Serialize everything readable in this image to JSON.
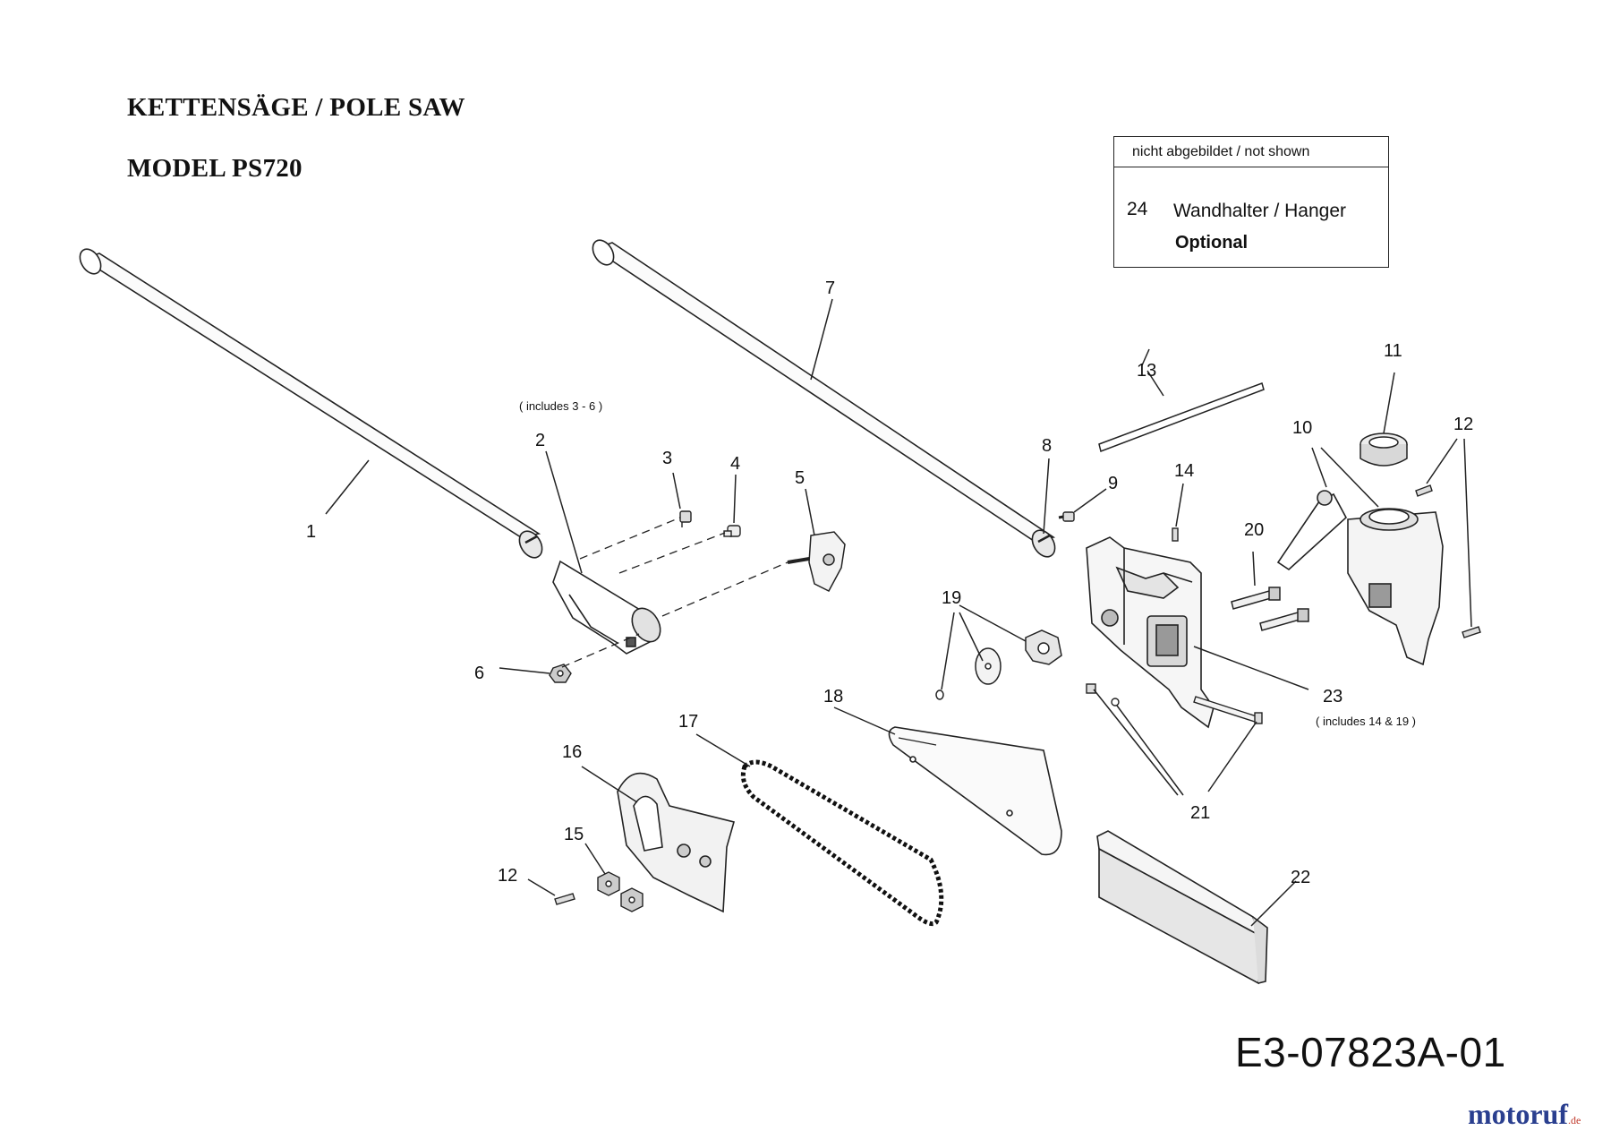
{
  "header": {
    "title": "KETTENSÄGE / POLE SAW",
    "model": "MODEL PS720"
  },
  "legend": {
    "heading": "nicht abgebildet / not shown",
    "item_number": "24",
    "item_name": "Wandhalter / Hanger",
    "item_note": "Optional"
  },
  "callouts": {
    "c1": "1",
    "c2": "2",
    "c3": "3",
    "c4": "4",
    "c5": "5",
    "c6": "6",
    "c7": "7",
    "c8": "8",
    "c9": "9",
    "c10": "10",
    "c11": "11",
    "c12a": "12",
    "c12b": "12",
    "c13": "13",
    "c14": "14",
    "c15": "15",
    "c16": "16",
    "c17": "17",
    "c18": "18",
    "c19": "19",
    "c20": "20",
    "c21": "21",
    "c22": "22",
    "c23": "23"
  },
  "notes": {
    "includes_2": "( includes 3 - 6 )",
    "includes_23": "( includes 14 & 19 )"
  },
  "footer": {
    "diagram_code": "E3-07823A-01",
    "brand": "motoruf",
    "brand_tld": ".de"
  }
}
